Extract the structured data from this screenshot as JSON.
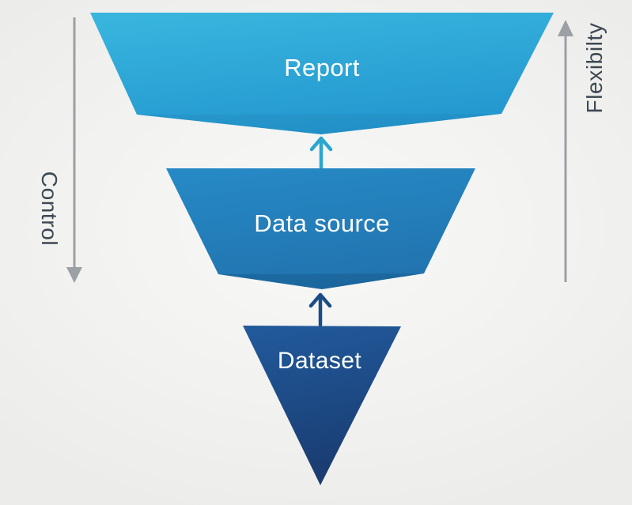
{
  "diagram": {
    "title_hint": "funnel",
    "layers": [
      {
        "label": "Report"
      },
      {
        "label": "Data source"
      },
      {
        "label": "Dataset"
      }
    ],
    "flow_arrows": [
      {
        "icon": "arrow-up-icon",
        "from": "Dataset",
        "to": "Data source"
      },
      {
        "icon": "arrow-up-icon",
        "from": "Data source",
        "to": "Report"
      }
    ],
    "left_axis": {
      "label": "Control",
      "icon": "arrow-down-icon"
    },
    "right_axis": {
      "label": "Flexibilty",
      "icon": "arrow-up-icon"
    }
  },
  "colors": {
    "report_top": "#38b5de",
    "report_bottom": "#2397cf",
    "source_top": "#2689c5",
    "source_bottom": "#2173ae",
    "dataset_top": "#21599a",
    "dataset_bottom": "#193a6e",
    "shade_overlay": "#0b3c66",
    "arrow_cyan": "#2ba6ce",
    "arrow_navy": "#1c4c85",
    "axis_gray": "#9ba0a4",
    "axis_label_color": "#3d4852",
    "shape_label_color": "#ffffff",
    "background": "#f2f2f0"
  }
}
